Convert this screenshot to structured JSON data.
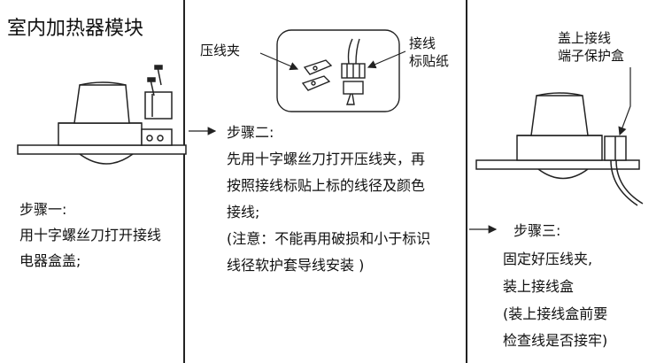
{
  "title": "室内加热器模块",
  "dividers": [
    "left",
    "right"
  ],
  "labels": {
    "clamp": "压线夹",
    "wire_label_1": "接线",
    "wire_label_2": "标贴纸",
    "cover_1": "盖上接线",
    "cover_2": "端子保护盒"
  },
  "steps": [
    {
      "heading": "步骤一:",
      "lines": [
        "用十字螺丝刀打开接线",
        "电器盒盖;"
      ]
    },
    {
      "heading": "步骤二:",
      "lines": [
        "先用十字螺丝刀打开压线夹，再",
        "按照接线标贴上标的线径及颜色",
        "接线;",
        "(注意：不能再用破损和小于标识",
        "线径软护套导线安装 )"
      ]
    },
    {
      "heading": "步骤三:",
      "lines": [
        "固定好压线夹,",
        "装上接线盒",
        "(装上接线盒前要",
        "检查线是否接牢)"
      ]
    }
  ]
}
